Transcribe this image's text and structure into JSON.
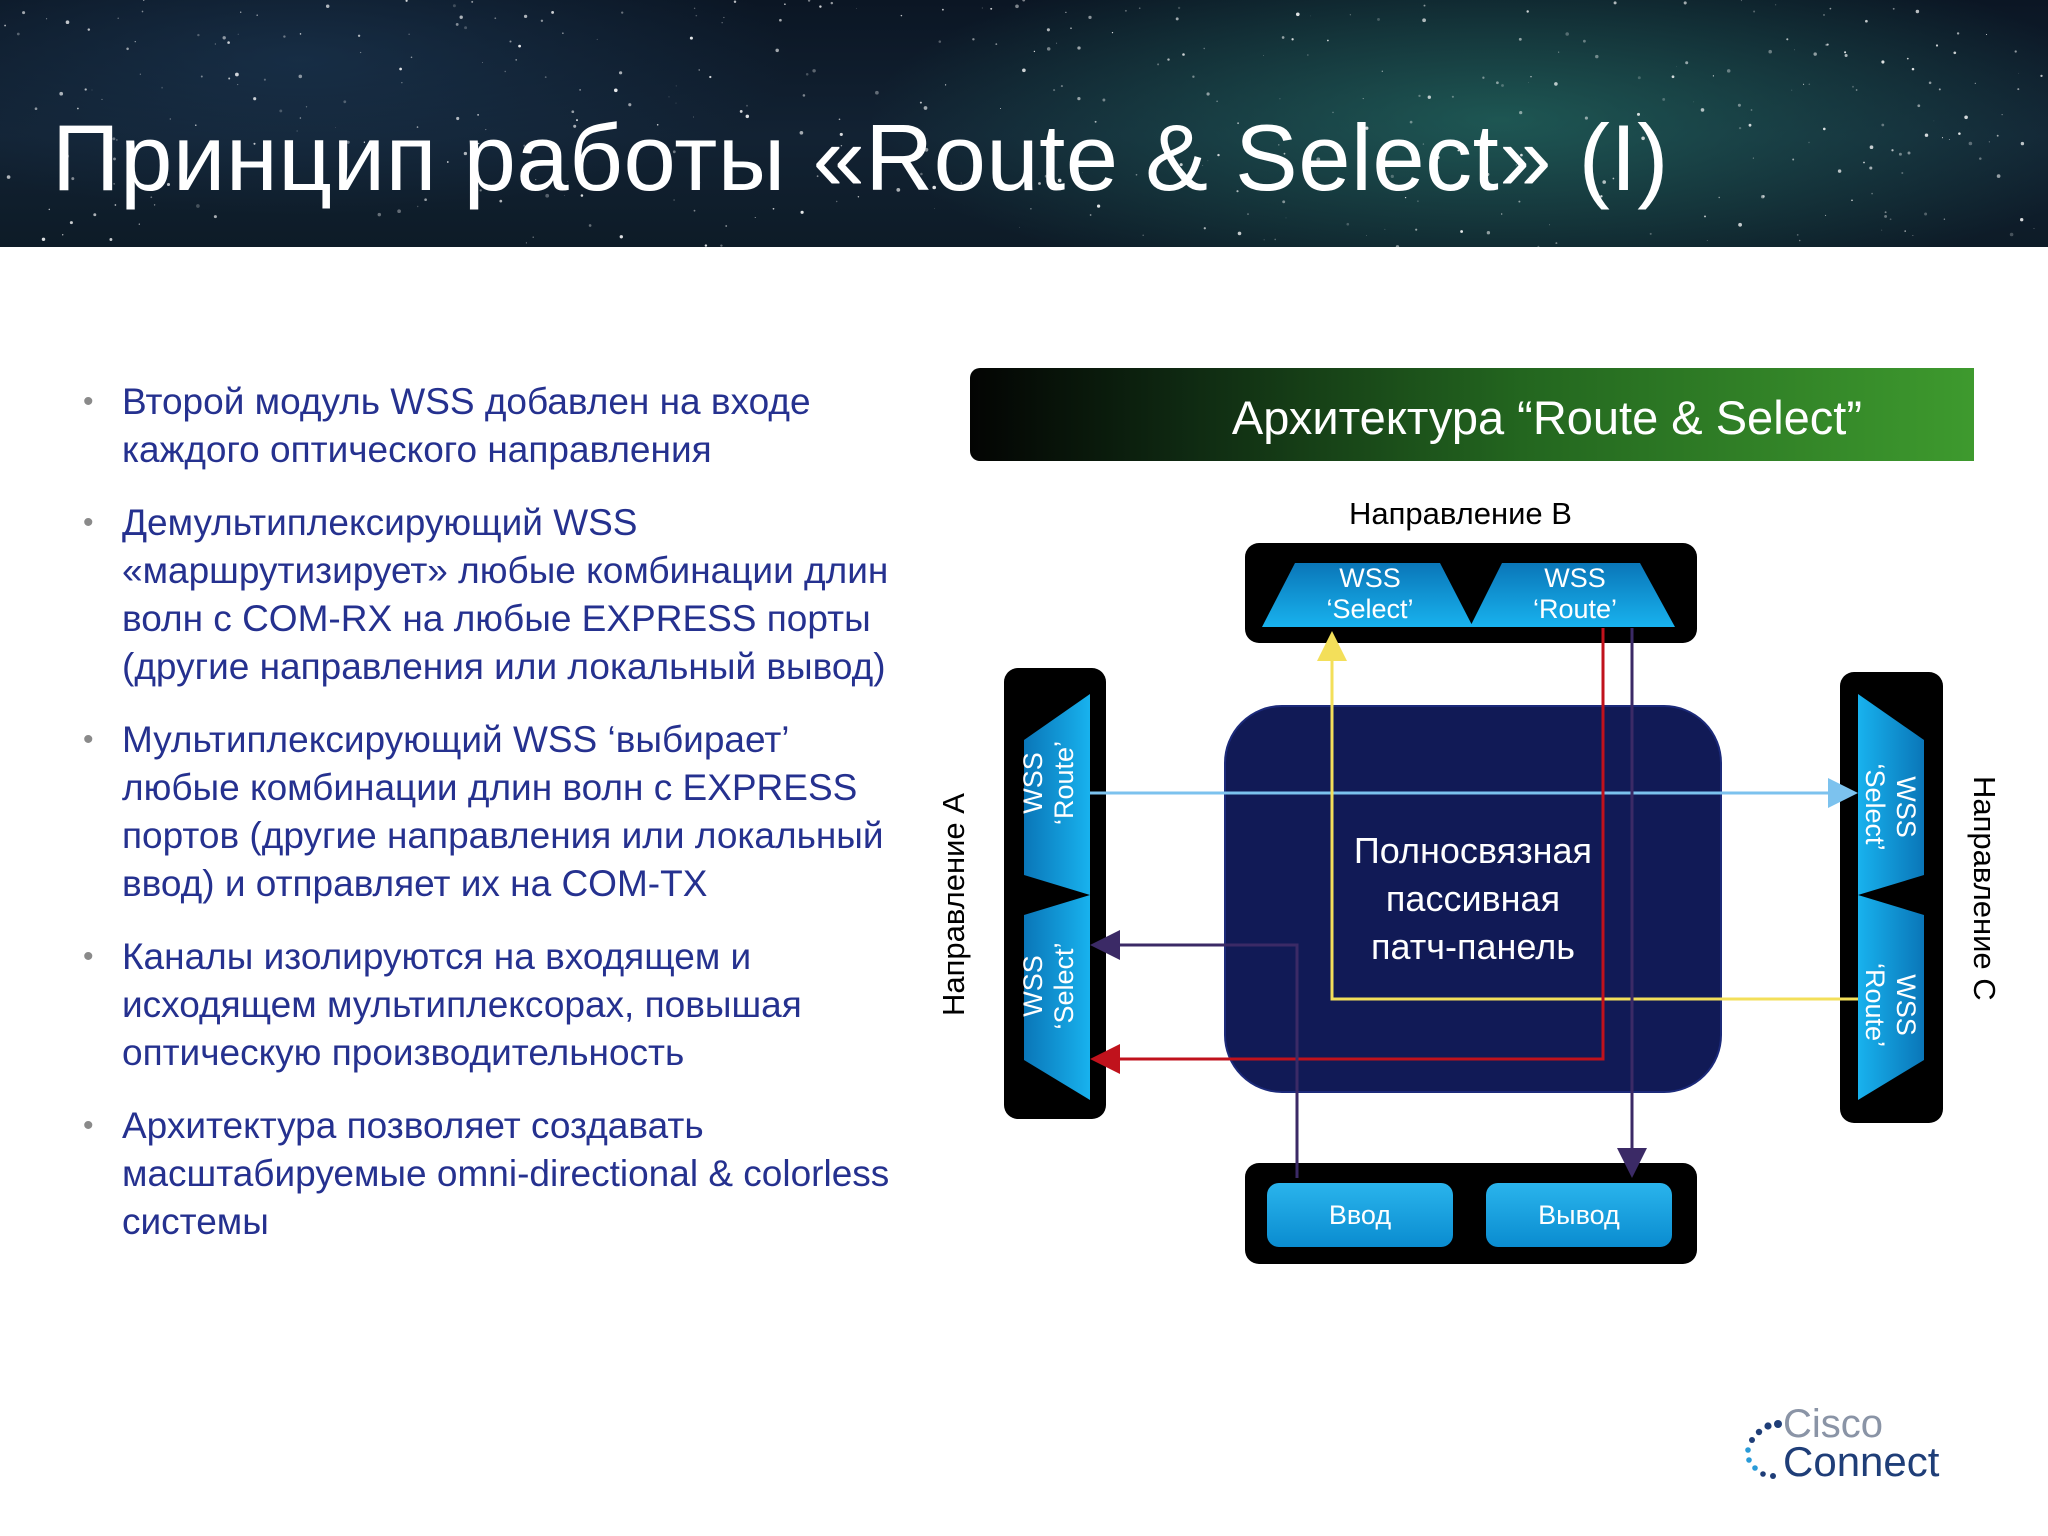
{
  "header": {
    "title": "Принцип работы «Route & Select» (I)"
  },
  "bullets": [
    "Второй модуль WSS добавлен на входе каждого оптического направления",
    "Демультиплексирующий WSS «маршрутизирует» любые комбинации длин волн с COM-RX на любые EXPRESS порты (другие направления или локальный вывод)",
    "Мультиплексирующий WSS ‘выбирает’ любые комбинации длин волн с EXPRESS портов (другие направления или локальный ввод)  и отправляет их на COM-TX",
    "Каналы изолируются на входящем и исходящем мультиплексорах, повышая оптическую производительность",
    "Архитектура позволяет создавать масштабируемые omni-directional & colorless системы"
  ],
  "diagram": {
    "banner": "Архитектура “Route & Select”",
    "direction_b": "Направление B",
    "direction_a": "Направление A",
    "direction_c": "Направление C",
    "top_select": {
      "line1": "WSS",
      "line2": "‘Select’"
    },
    "top_route": {
      "line1": "WSS",
      "line2": "‘Route’"
    },
    "left_route": {
      "line1": "WSS",
      "line2": "‘Route’"
    },
    "left_select": {
      "line1": "WSS",
      "line2": "‘Select’"
    },
    "right_select": {
      "line1": "WSS",
      "line2": "‘Select’"
    },
    "right_route": {
      "line1": "WSS",
      "line2": "‘Route’"
    },
    "panel": {
      "line1": "Полносвязная",
      "line2": "пассивная",
      "line3": "патч-панель"
    },
    "input_label": "Ввод",
    "output_label": "Вывод",
    "colors": {
      "triangle": "#12a6e4",
      "panel": "#111a56",
      "line_light_blue": "#7cc2ee",
      "line_yellow": "#f3df5a",
      "line_red": "#c0121c",
      "line_purple": "#3b2a66"
    }
  },
  "logo": {
    "line1": "Cisco",
    "line2": "Connect"
  }
}
